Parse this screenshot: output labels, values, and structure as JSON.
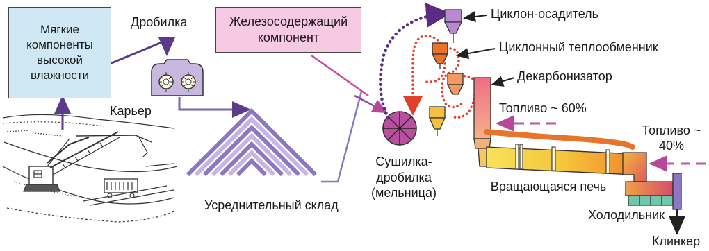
{
  "labels": {
    "soft_components": "Мягкие компоненты высокой влажности",
    "crusher": "Дробилка",
    "quarry": "Карьер",
    "iron_component": "Железосодержащий компонент",
    "blending_store": "Усреднительный склад",
    "dryer_crusher": "Сушилка-дробилка (мельница)",
    "settling_cyclone": "Циклон-осадитель",
    "cyclone_heat_exchanger": "Циклонный теплообменник",
    "decarbonizer": "Декарбонизатор",
    "fuel_60": "Топливо ~ 60%",
    "fuel_40": "Топливо ~ 40%",
    "rotary_kiln": "Вращающаяся печь",
    "cooler": "Холодильник",
    "clinker": "Клинкер"
  },
  "colors": {
    "soft_box_fill": "#cfe8f3",
    "iron_box_fill": "#f7c9e2",
    "purple": "#5b3c8c",
    "magenta": "#b8479a",
    "fuel": "#b85a9e",
    "hot_orange": "#e8732a"
  }
}
